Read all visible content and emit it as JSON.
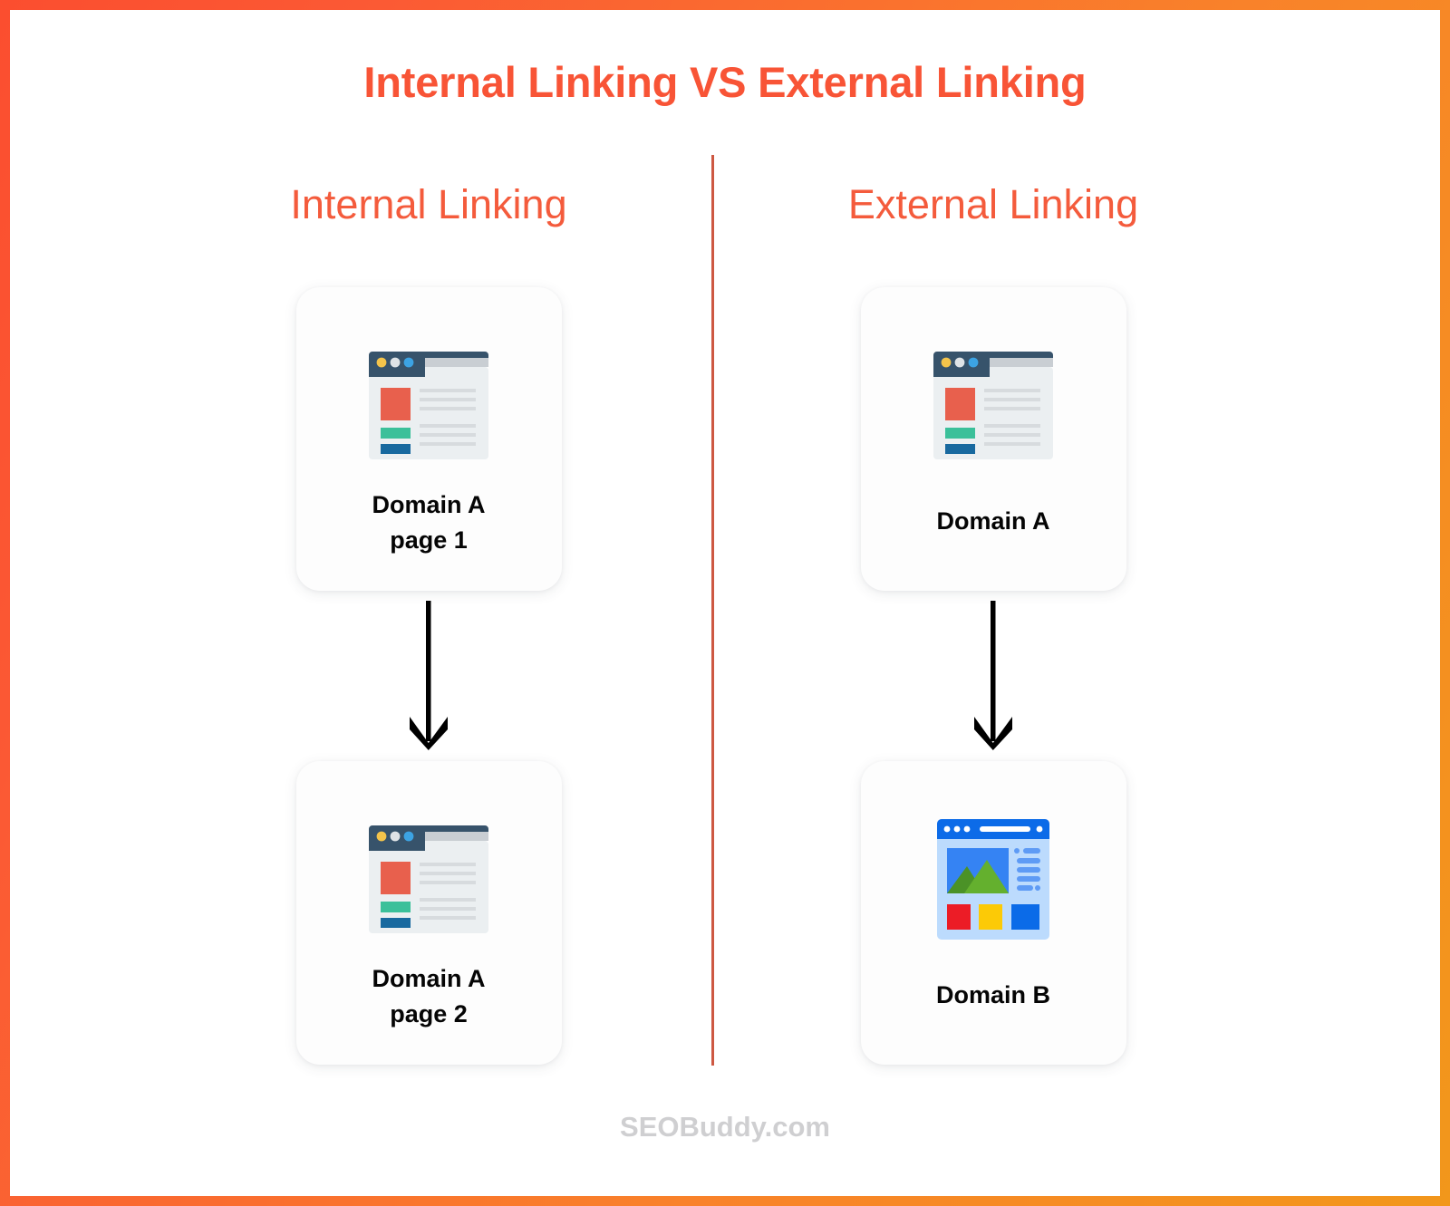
{
  "title": "Internal Linking VS External Linking",
  "theme": {
    "title_color": "#F85436",
    "heading_color": "#F45B3C",
    "divider_color": "#CD5842",
    "frame_gradient_start": "#FB4E2F",
    "frame_gradient_end": "#F2971B",
    "card_bg": "#FDFDFD",
    "label_color": "#050505",
    "arrow_color": "#000000",
    "footer_color": "#CFCFD1",
    "iconA_titlebar": "#37536B",
    "iconA_tab": "#C9CED3",
    "iconA_body": "#EBEFF1",
    "iconA_dot_yellow": "#F4C44B",
    "iconA_dot_grey": "#DFE3E6",
    "iconA_dot_blue": "#3CA3E3",
    "iconA_block_red": "#E8604D",
    "iconA_block_green": "#3BC09A",
    "iconA_block_blue": "#18699F",
    "iconA_line": "#D7DBDE",
    "iconB_titlebar": "#0C6BE8",
    "iconB_body": "#BCDBFD",
    "iconB_image_bg": "#3583F3",
    "iconB_mountain_dark": "#4B9227",
    "iconB_mountain_light": "#64B02E",
    "iconB_line": "#5E9BF5",
    "iconB_sq_red": "#EC1C26",
    "iconB_sq_yellow": "#FCCA06",
    "iconB_sq_blue": "#0B6BE8"
  },
  "columns": [
    {
      "key": "internal",
      "heading": "Internal Linking",
      "top_card": {
        "icon": "browser-window-icon",
        "label_line1": "Domain A",
        "label_line2": "page 1"
      },
      "arrow": "down-arrow-icon",
      "bottom_card": {
        "icon": "browser-window-icon",
        "label_line1": "Domain A",
        "label_line2": "page 2"
      }
    },
    {
      "key": "external",
      "heading": "External Linking",
      "top_card": {
        "icon": "browser-window-icon",
        "label_line1": "Domain A",
        "label_line2": ""
      },
      "arrow": "down-arrow-icon",
      "bottom_card": {
        "icon": "browser-website-blue-icon",
        "label_line1": "Domain B",
        "label_line2": ""
      }
    }
  ],
  "footer": "SEOBuddy.com"
}
